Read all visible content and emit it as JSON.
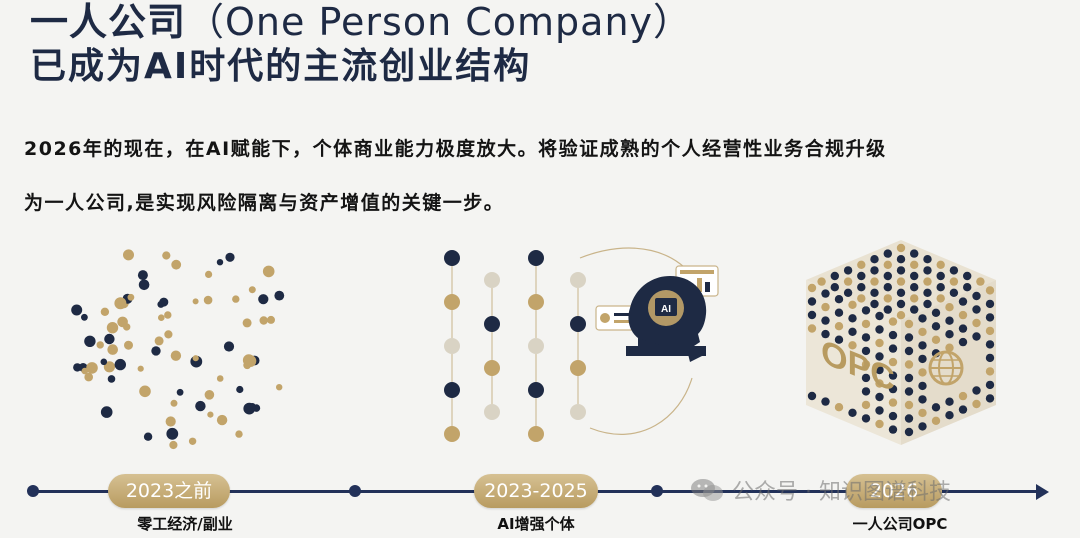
{
  "title": {
    "line1_cn": "一人公司",
    "line1_en": "（One Person Company）",
    "line2": "已成为AI时代的主流创业结构"
  },
  "description": {
    "line1": "2026年的现在，在AI赋能下，个体商业能力极度放大。将验证成熟的个人经营性业务合规升级",
    "line2": "为一人公司,是实现风险隔离与资产增值的关键一步。"
  },
  "stages": [
    {
      "period": "2023之前",
      "label": "零工经济/副业"
    },
    {
      "period": "2023-2025",
      "label": "AI增强个体"
    },
    {
      "period": "2026",
      "label": "一人公司OPC"
    }
  ],
  "illustration": {
    "ai_chip_text": "AI",
    "cube_text": "OPC"
  },
  "watermark": "公众号 · 知识图谱科技",
  "colors": {
    "navy": "#1e2a44",
    "gold": "#c2a46a",
    "accent_line": "#223159"
  }
}
